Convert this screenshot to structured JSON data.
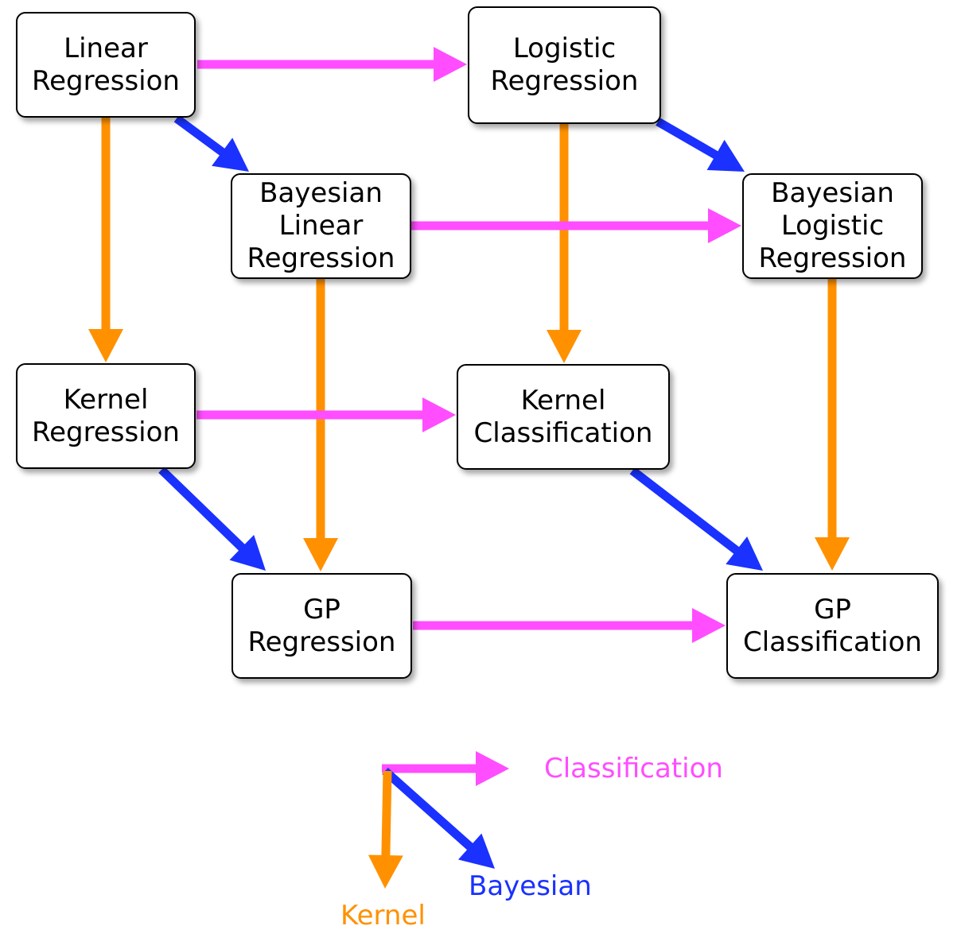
{
  "colors": {
    "classification": "#ff4dff",
    "bayesian": "#1a31ff",
    "kernel": "#ff9100"
  },
  "nodes": {
    "linear_regression": [
      "Linear",
      "Regression"
    ],
    "logistic_regression": [
      "Logistic",
      "Regression"
    ],
    "bayesian_linear_regression": [
      "Bayesian",
      "Linear",
      "Regression"
    ],
    "bayesian_logistic_regression": [
      "Bayesian",
      "Logistic",
      "Regression"
    ],
    "kernel_regression": [
      "Kernel",
      "Regression"
    ],
    "kernel_classification": [
      "Kernel",
      "Classification"
    ],
    "gp_regression": [
      "GP",
      "Regression"
    ],
    "gp_classification": [
      "GP",
      "Classification"
    ]
  },
  "edges": [
    {
      "from": "linear_regression",
      "to": "logistic_regression",
      "kind": "classification"
    },
    {
      "from": "linear_regression",
      "to": "bayesian_linear_regression",
      "kind": "bayesian"
    },
    {
      "from": "linear_regression",
      "to": "kernel_regression",
      "kind": "kernel"
    },
    {
      "from": "logistic_regression",
      "to": "bayesian_logistic_regression",
      "kind": "bayesian"
    },
    {
      "from": "logistic_regression",
      "to": "kernel_classification",
      "kind": "kernel"
    },
    {
      "from": "bayesian_linear_regression",
      "to": "bayesian_logistic_regression",
      "kind": "classification"
    },
    {
      "from": "bayesian_linear_regression",
      "to": "gp_regression",
      "kind": "kernel"
    },
    {
      "from": "bayesian_logistic_regression",
      "to": "gp_classification",
      "kind": "kernel"
    },
    {
      "from": "kernel_regression",
      "to": "kernel_classification",
      "kind": "classification"
    },
    {
      "from": "kernel_regression",
      "to": "gp_regression",
      "kind": "bayesian"
    },
    {
      "from": "kernel_classification",
      "to": "gp_classification",
      "kind": "bayesian"
    },
    {
      "from": "gp_regression",
      "to": "gp_classification",
      "kind": "classification"
    }
  ],
  "legend": {
    "classification": "Classification",
    "bayesian": "Bayesian",
    "kernel": "Kernel"
  }
}
